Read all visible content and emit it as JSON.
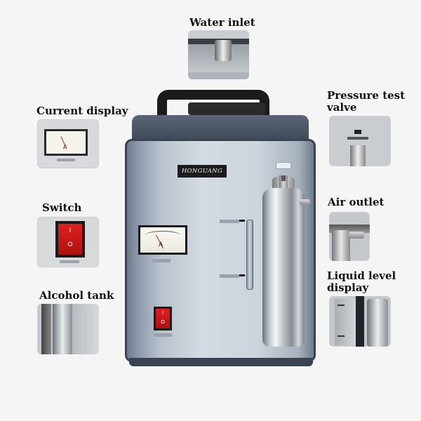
{
  "labels": {
    "water_inlet": "Water inlet",
    "current_display": "Current display",
    "switch": "Switch",
    "alcohol_tank": "Alcohol tank",
    "pressure_test_valve_line1": "Pressure test",
    "pressure_test_valve_line2": "valve",
    "air_outlet": "Air outlet",
    "liquid_level_display_line1": "Liquid level",
    "liquid_level_display_line2": "display"
  },
  "machine": {
    "brand": "HONGUANG",
    "meter_unit": "A",
    "switch_on": "I",
    "switch_off": "O"
  },
  "colors": {
    "cabinet": "#c8d0d9",
    "switch_red": "#d11a1a",
    "handle": "#1b1b1b",
    "label_text": "#111111"
  }
}
